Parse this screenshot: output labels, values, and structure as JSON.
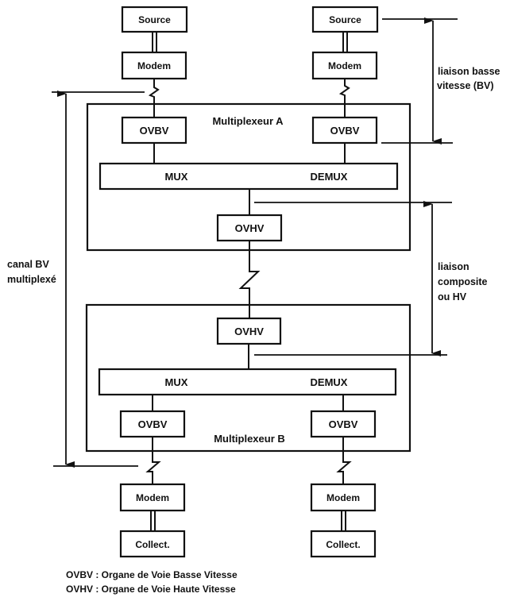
{
  "diagram": {
    "top_left": {
      "source": "Source",
      "modem": "Modem"
    },
    "top_right": {
      "source": "Source",
      "modem": "Modem"
    },
    "mux_a": {
      "title": "Multiplexeur A",
      "ovbv_left": "OVBV",
      "ovbv_right": "OVBV",
      "mux": "MUX",
      "demux": "DEMUX",
      "ovhv": "OVHV"
    },
    "mux_b": {
      "title": "Multiplexeur B",
      "ovhv": "OVHV",
      "mux": "MUX",
      "demux": "DEMUX",
      "ovbv_left": "OVBV",
      "ovbv_right": "OVBV"
    },
    "bottom_left": {
      "modem": "Modem",
      "collector": "Collect."
    },
    "bottom_right": {
      "modem": "Modem",
      "collector": "Collect."
    },
    "annotations": {
      "low_speed_link": [
        "liaison basse",
        "vitesse (BV)"
      ],
      "composite_link": [
        "liaison",
        "composite",
        "ou HV"
      ],
      "multiplexed_channel": [
        "canal BV",
        "multiplexé"
      ]
    },
    "legend": [
      "OVBV : Organe de Voie Basse Vitesse",
      "OVHV : Organe de Voie Haute Vitesse"
    ]
  }
}
